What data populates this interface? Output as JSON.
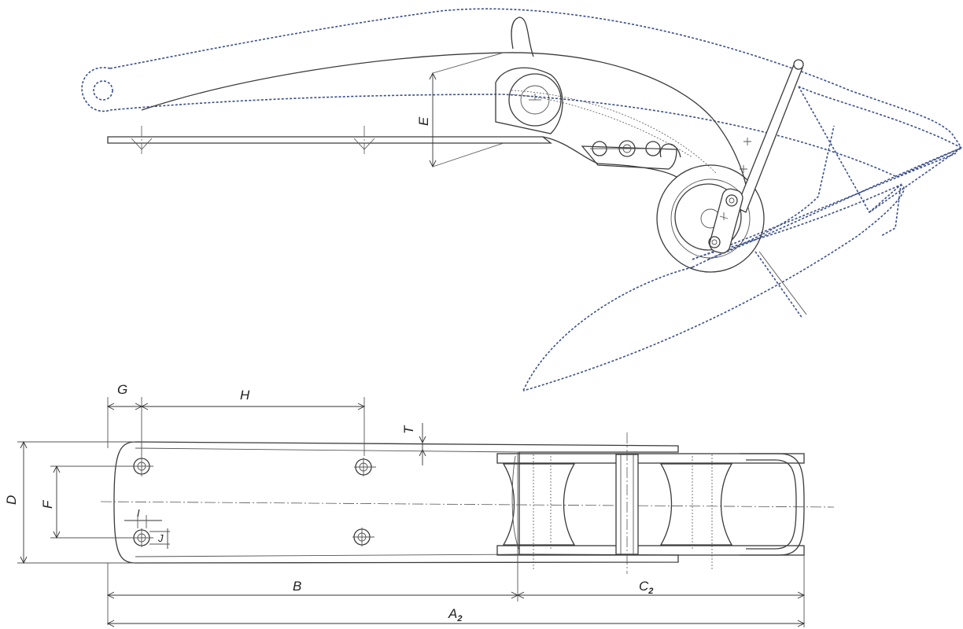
{
  "dimensions": {
    "G": "G",
    "H": "H",
    "T": "T",
    "D": "D",
    "F": "F",
    "I": "I",
    "J": "J",
    "B": "B",
    "C2_main": "C",
    "C2_sub": "2",
    "A2_main": "A",
    "A2_sub": "2",
    "E": "E"
  },
  "colors": {
    "line": "#3a3a3a",
    "anchor_outline": "#3b4f8f"
  }
}
